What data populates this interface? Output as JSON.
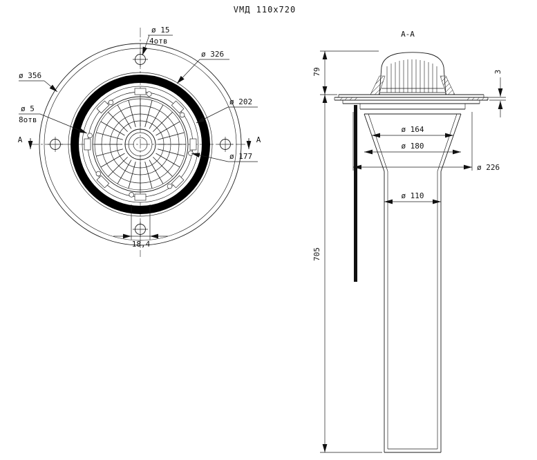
{
  "drawing": {
    "title": "VMД 110x720",
    "top_view": {
      "section_letter": "A",
      "dim_bolt_d": "ø 15",
      "dim_bolt_n": "4отв",
      "dim_outer": "ø 356",
      "dim_screw_d": "ø 5",
      "dim_screw_n": "8отв",
      "dim_ring": "ø 326",
      "dim_202": "ø 202",
      "dim_177": "ø 177",
      "dim_slot": "18,4"
    },
    "section_view": {
      "label": "A-A",
      "dim_79": "79",
      "dim_705": "705",
      "dim_3": "3",
      "dim_164": "ø 164",
      "dim_180": "ø 180",
      "dim_226": "ø 226",
      "dim_110": "ø 110"
    }
  }
}
